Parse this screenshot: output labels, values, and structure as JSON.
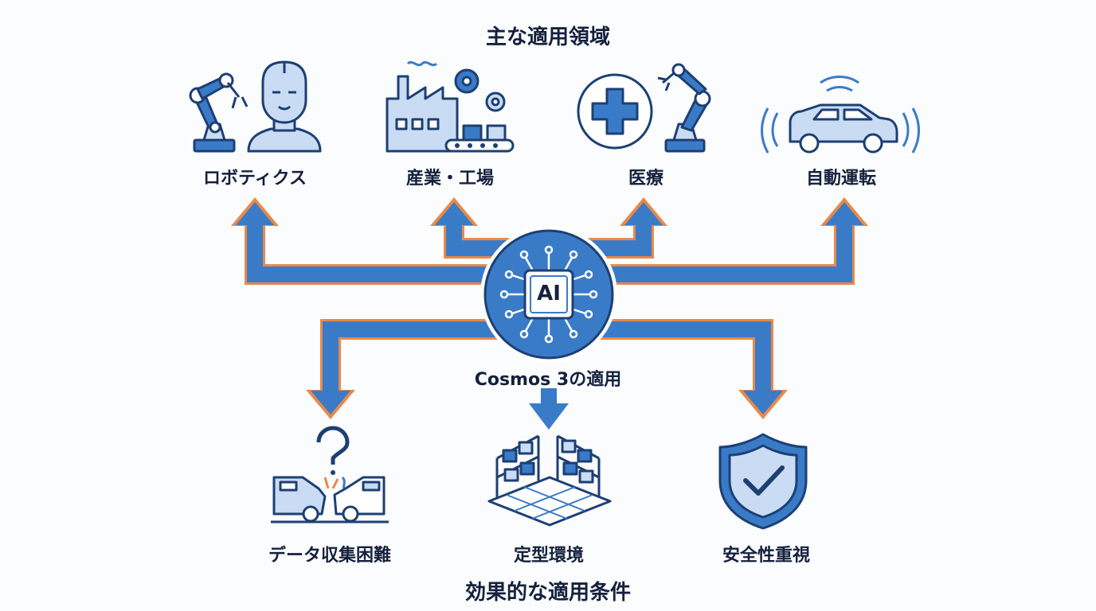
{
  "titles": {
    "top": "主な適用領域",
    "bottom": "効果的な適用条件"
  },
  "center": {
    "chip_text": "AI",
    "label": "Cosmos 3の適用",
    "icon": "ai-chip-icon"
  },
  "domains": [
    {
      "label": "ロボティクス",
      "icon": "robot-arm-humanoid-icon"
    },
    {
      "label": "産業・工場",
      "icon": "factory-gears-icon"
    },
    {
      "label": "医療",
      "icon": "medical-cross-robot-arm-icon"
    },
    {
      "label": "自動運転",
      "icon": "autonomous-car-icon"
    }
  ],
  "conditions": [
    {
      "label": "データ収集困難",
      "icon": "car-crash-question-icon"
    },
    {
      "label": "定型環境",
      "icon": "warehouse-shelves-icon"
    },
    {
      "label": "安全性重視",
      "icon": "shield-check-icon"
    }
  ],
  "colors": {
    "primary_blue": "#3a7bc8",
    "accent_orange": "#e8894a",
    "light_blue": "#c9dcf3",
    "navy": "#1d3f73"
  }
}
